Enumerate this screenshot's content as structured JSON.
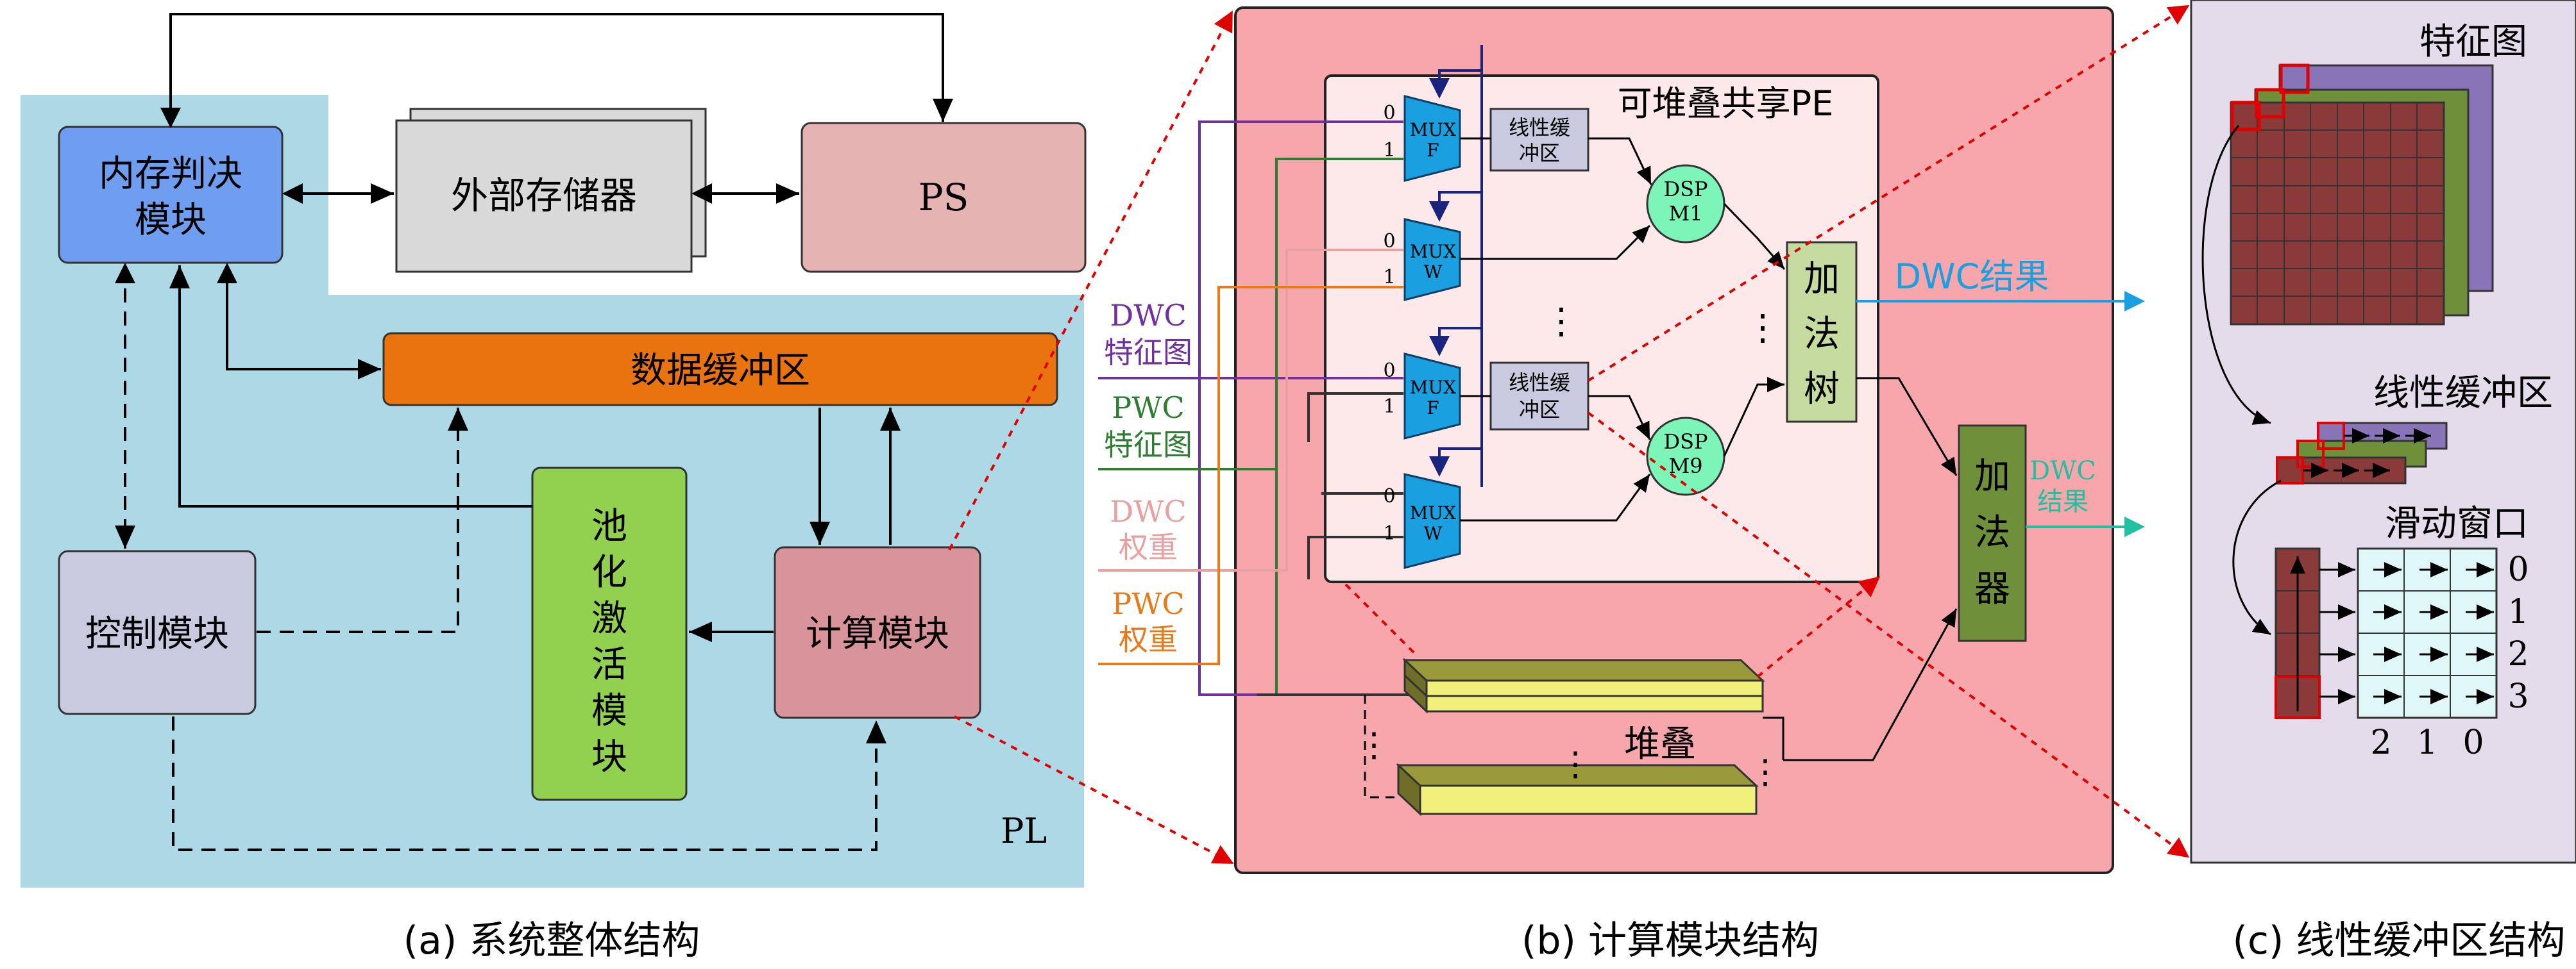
{
  "panel_a": {
    "region_label": "PL",
    "memory_judge": [
      "内存判决",
      "模块"
    ],
    "external_memory": "外部存储器",
    "ps": "PS",
    "data_buffer": "数据缓冲区",
    "control": "控制模块",
    "pool_activation": [
      "池",
      "化",
      "激",
      "活",
      "模",
      "块"
    ],
    "compute": "计算模块",
    "caption": "(a) 系统整体结构"
  },
  "panel_b": {
    "pe_title": "可堆叠共享PE",
    "inputs": {
      "dwc_feature": [
        "DWC",
        "特征图"
      ],
      "pwc_feature": [
        "PWC",
        "特征图"
      ],
      "dwc_weight": [
        "DWC",
        "权重"
      ],
      "pwc_weight": [
        "PWC",
        "权重"
      ]
    },
    "mux_f": [
      "MUX",
      "F"
    ],
    "mux_w": [
      "MUX",
      "W"
    ],
    "mux_in0": "0",
    "mux_in1": "1",
    "line_buffer": [
      "线性缓",
      "冲区"
    ],
    "dsp_m1": [
      "DSP",
      "M1"
    ],
    "dsp_m9": [
      "DSP",
      "M9"
    ],
    "ellipsis": "⋮",
    "adder_tree": [
      "加",
      "法",
      "树"
    ],
    "adder": [
      "加",
      "法",
      "器"
    ],
    "dwc_result": "DWC结果",
    "pwc_result": [
      "DWC",
      "结果"
    ],
    "stack": "堆叠",
    "caption": "(b) 计算模块结构"
  },
  "panel_c": {
    "feature_map": "特征图",
    "line_buffer": "线性缓冲区",
    "sliding_window": "滑动窗口",
    "row_labels": [
      "0",
      "1",
      "2",
      "3"
    ],
    "col_labels": [
      "2",
      "1",
      "0"
    ],
    "caption": "(c) 线性缓冲区结构"
  },
  "colors": {
    "pl_region": "#add8e6",
    "memory_judge": "#6f9ef0",
    "external_memory": "#d9d9d9",
    "ps": "#e6b3b3",
    "data_buffer": "#e8730f",
    "control": "#c9c9e0",
    "pool": "#92d050",
    "compute": "#d9939a",
    "panel_b_bg": "#f7a6ab",
    "pe_bg": "#fde9ea",
    "mux": "#1aa0e0",
    "dsp": "#7ef5b8",
    "adder_tree": "#c5dba0",
    "adder": "#6f8f3a",
    "stack_top": "#9a9a3c",
    "stack_face": "#f0f07a",
    "panel_c_bg": "#e4dcea",
    "dwc_purple": "#7030a0",
    "pwc_green": "#2e7d32",
    "dwc_weight_pink": "#e8a0a0",
    "pwc_weight_orange": "#e87a1a",
    "result_blue": "#1aa0e0",
    "result_teal": "#20c0a0"
  }
}
